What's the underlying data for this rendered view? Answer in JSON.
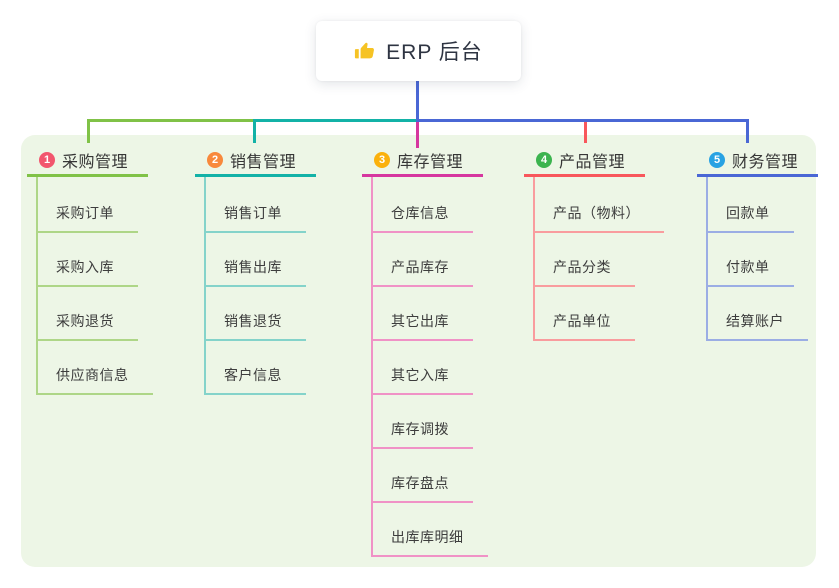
{
  "root": {
    "label": "ERP 后台",
    "icon": "thumbs-up-icon"
  },
  "colors": {
    "panel_bg": "#edf6e6",
    "card_bg": "#ffffff",
    "root_text": "#2e3442",
    "title_text": "#363636",
    "item_text": "#3d3d3d",
    "root_line": "#4a67d5",
    "thumb_yellow": "#f6c324"
  },
  "branches": [
    {
      "number": "1",
      "label": "采购管理",
      "badge_color": "#f2566e",
      "line_color": "#80c247",
      "item_line_color": "#aed687",
      "items": [
        "采购订单",
        "采购入库",
        "采购退货",
        "供应商信息"
      ]
    },
    {
      "number": "2",
      "label": "销售管理",
      "badge_color": "#f8893c",
      "line_color": "#13b2a7",
      "item_line_color": "#84d3ca",
      "items": [
        "销售订单",
        "销售出库",
        "销售退货",
        "客户信息"
      ]
    },
    {
      "number": "3",
      "label": "库存管理",
      "badge_color": "#fbb10c",
      "line_color": "#d6379f",
      "item_line_color": "#f092c6",
      "items": [
        "仓库信息",
        "产品库存",
        "其它出库",
        "其它入库",
        "库存调拨",
        "库存盘点",
        "出库库明细"
      ]
    },
    {
      "number": "4",
      "label": "产品管理",
      "badge_color": "#3cb44f",
      "line_color": "#f8575c",
      "item_line_color": "#f99c9e",
      "items": [
        "产品（物料）",
        "产品分类",
        "产品单位"
      ]
    },
    {
      "number": "5",
      "label": "财务管理",
      "badge_color": "#28a2e3",
      "line_color": "#4a67d5",
      "item_line_color": "#9bade4",
      "items": [
        "回款单",
        "付款单",
        "结算账户"
      ]
    }
  ]
}
